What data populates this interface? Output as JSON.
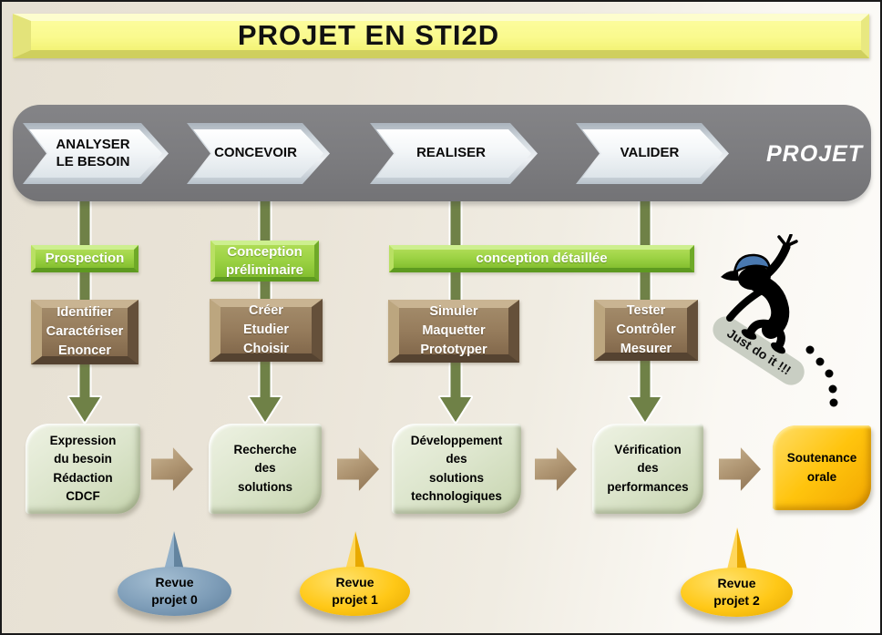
{
  "banner": {
    "title": "PROJET EN STI2D"
  },
  "process_bar": {
    "label": "PROJET",
    "steps": [
      "ANALYSER\nLE BESOIN",
      "CONCEVOIR",
      "REALISER",
      "VALIDER"
    ]
  },
  "phases": {
    "prospection": "Prospection",
    "conception_preliminaire": "Conception\npréliminaire",
    "conception_detaillee": "conception détaillée"
  },
  "tasks": [
    "Identifier\nCaractériser\nEnoncer",
    "Créer\nEtudier\nChoisir",
    "Simuler\nMaquetter\nPrototyper",
    "Tester\nContrôler\nMesurer"
  ],
  "deliverables": [
    "Expression\ndu besoin\nRédaction\nCDCF",
    "Recherche\ndes\nsolutions",
    "Développement\ndes\nsolutions\ntechnologiques",
    "Vérification\ndes\nperformances"
  ],
  "final_step": "Soutenance\norale",
  "reviews": [
    "Revue\nprojet 0",
    "Revue\nprojet 1",
    "Revue\nprojet 2"
  ],
  "mascot": {
    "board_text": "Just do it !!!"
  },
  "colors": {
    "banner_yellow": "#FAFA96",
    "bar_gray": "#7C7C7C",
    "chevron_silver": "#E8EDF1",
    "phase_green": "#8CC437",
    "task_brown": "#8A7053",
    "deliverable_green": "#D8E2C8",
    "final_orange": "#FFC40D",
    "review_blue": "#7495B2",
    "review_yellow": "#FFC817",
    "stem_olive": "#6F8147"
  }
}
